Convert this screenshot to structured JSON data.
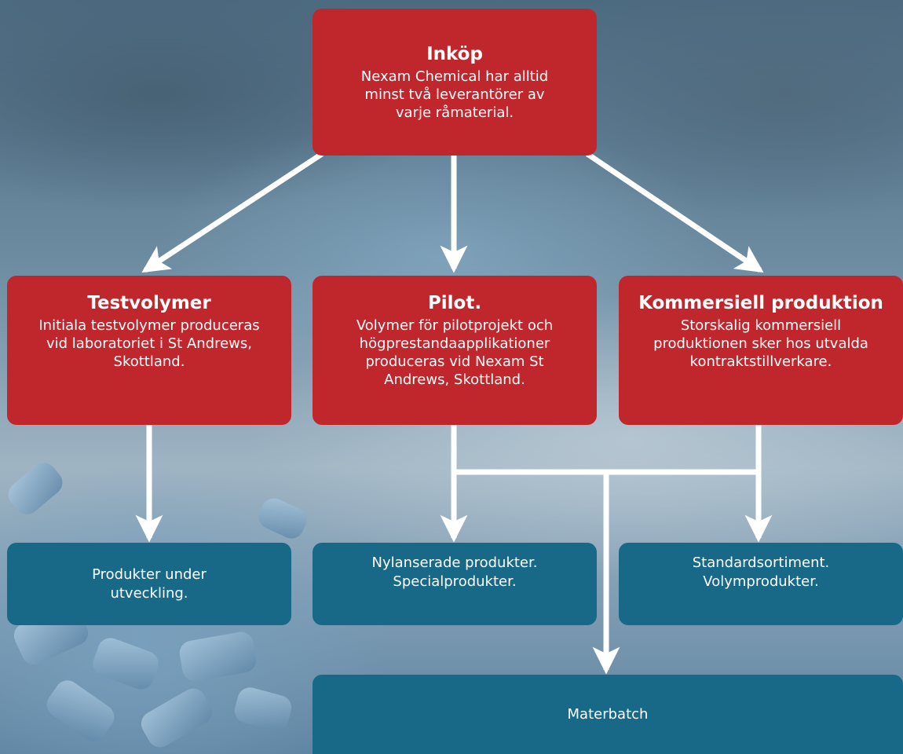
{
  "diagram": {
    "top": {
      "title": "Inköp",
      "description": "Nexam Chemical har alltid minst två leverantörer av varje råmaterial."
    },
    "middle": [
      {
        "title": "Testvolymer",
        "description": "Initiala testvolymer produceras vid laboratoriet i St Andrews, Skottland."
      },
      {
        "title": "Pilot.",
        "description": "Volymer för pilotprojekt och högprestandaapplikationer produceras vid Nexam St Andrews, Skottland."
      },
      {
        "title": "Kommersiell produktion",
        "description": "Storskalig kommersiell produktionen sker hos utvalda kontraktstillverkare."
      }
    ],
    "outputs": [
      {
        "label": "Produkter under\nutveckling."
      },
      {
        "label": "Nylanserade produkter.\nSpecialprodukter."
      },
      {
        "label": "Standardsortiment.\nVolymprodukter."
      }
    ],
    "bottom": {
      "label": "Materbatch"
    },
    "colors": {
      "process_box": "#c0272d",
      "output_box": "#176987",
      "arrow": "#ffffff"
    }
  }
}
